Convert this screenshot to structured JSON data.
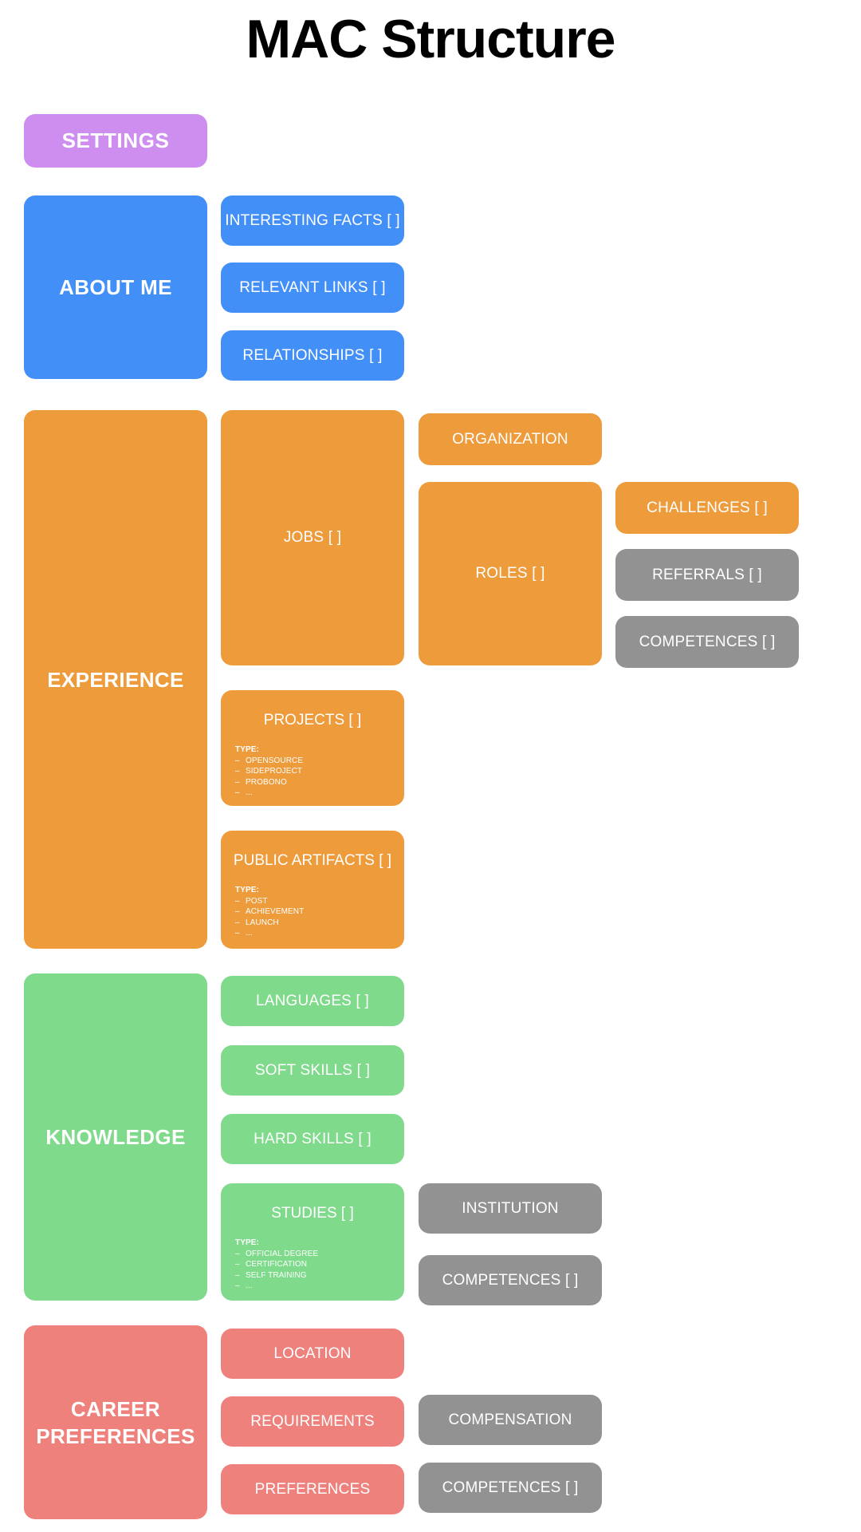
{
  "title": "MAC Structure",
  "colors": {
    "purple": "#cd8ef0",
    "blue": "#4290f7",
    "orange": "#ed9b3b",
    "green": "#7fda8c",
    "red": "#ef817c",
    "gray": "#929292",
    "text_on_node": "#ffffff",
    "title_text": "#000000",
    "background": "#ffffff"
  },
  "settings": {
    "label": "SETTINGS"
  },
  "about_me": {
    "label": "ABOUT ME",
    "children": [
      {
        "label": "INTERESTING FACTS [ ]"
      },
      {
        "label": "RELEVANT LINKS [ ]"
      },
      {
        "label": "RELATIONSHIPS [ ]"
      }
    ]
  },
  "experience": {
    "label": "EXPERIENCE",
    "jobs": {
      "label": "JOBS [ ]"
    },
    "organization": {
      "label": "ORGANIZATION"
    },
    "roles": {
      "label": "ROLES [ ]"
    },
    "challenges": {
      "label": "CHALLENGES [ ]"
    },
    "referrals": {
      "label": "REFERRALS [ ]"
    },
    "competences": {
      "label": "COMPETENCES [ ]"
    },
    "projects": {
      "label": "PROJECTS [ ]",
      "type_head": "TYPE:",
      "types": [
        "OPENSOURCE",
        "SIDEPROJECT",
        "PROBONO",
        "..."
      ]
    },
    "public_artifacts": {
      "label": "PUBLIC ARTIFACTS [ ]",
      "type_head": "TYPE:",
      "types": [
        "POST",
        "ACHIEVEMENT",
        "LAUNCH",
        "..."
      ]
    }
  },
  "knowledge": {
    "label": "KNOWLEDGE",
    "languages": {
      "label": "LANGUAGES [ ]"
    },
    "soft_skills": {
      "label": "SOFT SKILLS [ ]"
    },
    "hard_skills": {
      "label": "HARD SKILLS [ ]"
    },
    "studies": {
      "label": "STUDIES [ ]",
      "type_head": "TYPE:",
      "types": [
        "OFFICIAL DEGREE",
        "CERTIFICATION",
        "SELF TRAINING",
        "..."
      ]
    },
    "institution": {
      "label": "INSTITUTION"
    },
    "competences": {
      "label": "COMPETENCES [ ]"
    }
  },
  "career_preferences": {
    "label": "CAREER PREFERENCES",
    "location": {
      "label": "LOCATION"
    },
    "requirements": {
      "label": "REQUIREMENTS"
    },
    "preferences": {
      "label": "PREFERENCES"
    },
    "compensation": {
      "label": "COMPENSATION"
    },
    "competences": {
      "label": "COMPETENCES [ ]"
    }
  }
}
